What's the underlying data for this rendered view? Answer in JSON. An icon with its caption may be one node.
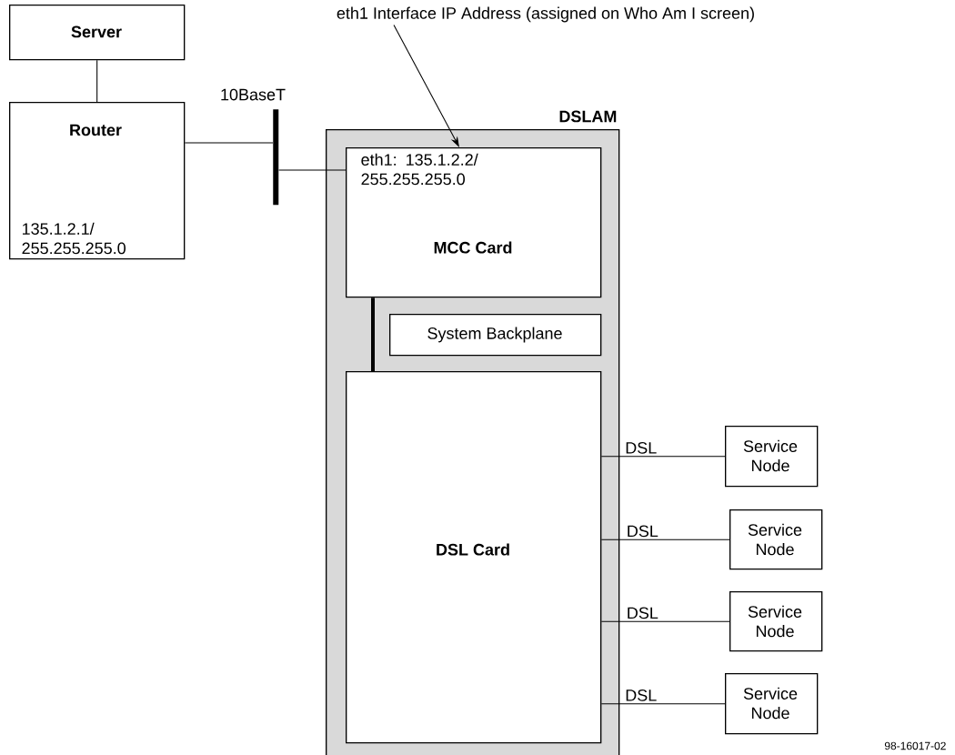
{
  "diagram": {
    "nodes": [
      {
        "text": [
          "Server"
        ]
      },
      {
        "text": [
          "Router",
          "135.1.2.1/ 255.255.255.0"
        ]
      },
      {
        "text": [
          "DSLAM"
        ]
      },
      {
        "text": [
          "eth1: 135.1.2.2/ 255.255.255.0",
          "MCC Card"
        ],
        "in": 2
      },
      {
        "text": [
          "System Backplane"
        ],
        "in": 2
      },
      {
        "text": [
          "DSL Card"
        ],
        "in": 2
      },
      {
        "text": [
          "Service Node"
        ]
      },
      {
        "text": [
          "Service Node"
        ]
      },
      {
        "text": [
          "Service Node"
        ]
      },
      {
        "text": [
          "Service Node"
        ]
      },
      {
        "text": [],
        "shape": "bar",
        "beside": [
          "10BaseT"
        ]
      },
      {
        "text": [
          "eth1 Interface IP Address (assigned on Who Am I screen)"
        ]
      }
    ],
    "edges": [
      {
        "from": 0,
        "to": 1,
        "arrow": "none"
      },
      {
        "from": 1,
        "to": 10,
        "arrow": "none"
      },
      {
        "from": 10,
        "to": 3,
        "arrow": "none"
      },
      {
        "from": 3,
        "to": 5,
        "arrow": "none",
        "style": "thick"
      },
      {
        "from": 11,
        "to": 3,
        "arrow": "to"
      },
      {
        "from": 5,
        "to": 6,
        "arrow": "none",
        "label": "DSL"
      },
      {
        "from": 5,
        "to": 7,
        "arrow": "none",
        "label": "DSL"
      },
      {
        "from": 5,
        "to": 8,
        "arrow": "none",
        "label": "DSL"
      },
      {
        "from": 5,
        "to": 9,
        "arrow": "none",
        "label": "DSL"
      }
    ],
    "labels": [
      "98-16017-02"
    ]
  }
}
